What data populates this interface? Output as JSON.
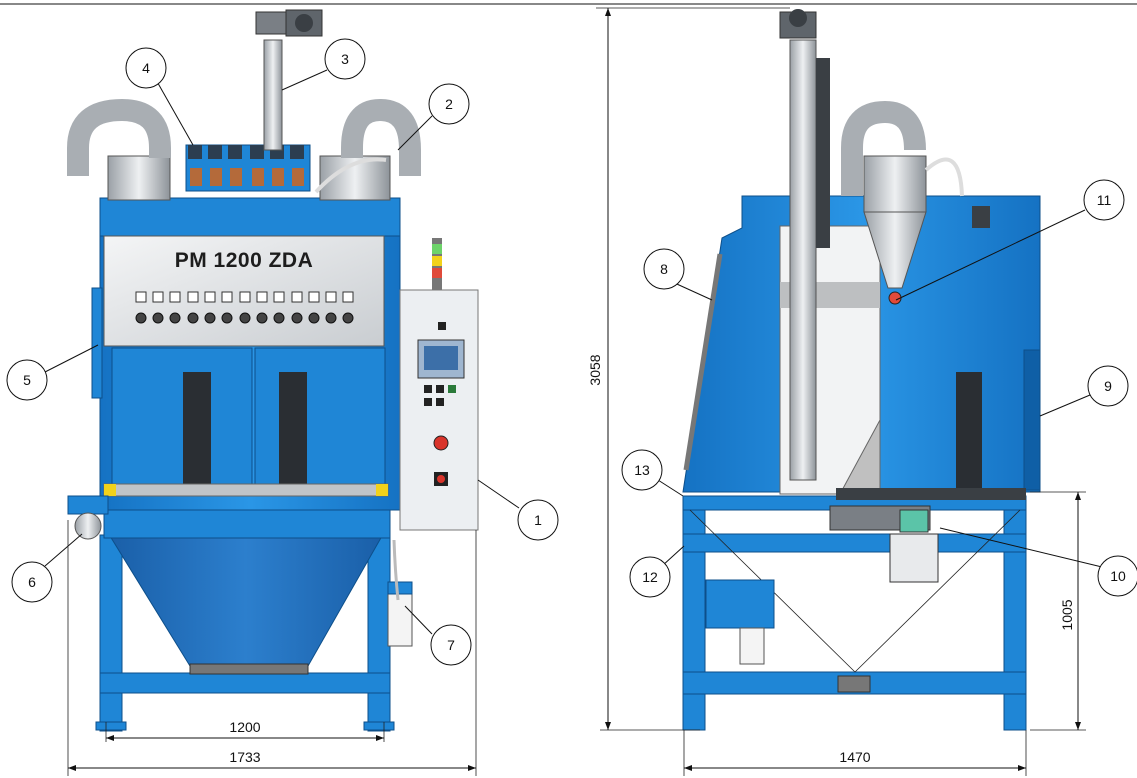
{
  "machine": {
    "panel_label": "PM 1200 ZDA"
  },
  "callouts": [
    "1",
    "2",
    "3",
    "4",
    "5",
    "6",
    "7",
    "8",
    "9",
    "10",
    "11",
    "12",
    "13"
  ],
  "dimensions": {
    "front_inner_width": "1200",
    "front_total_width": "1733",
    "total_height": "3058",
    "side_width": "1470",
    "side_leg_height": "1005"
  },
  "colors": {
    "machine_blue": "#1f86d6",
    "machine_blue_dark": "#0f5fa6",
    "steel": "#c8ccd0",
    "dark_window": "#2a2e33",
    "yellow_accent": "#f2d21b",
    "panel_grey": "#e3e5e7"
  }
}
